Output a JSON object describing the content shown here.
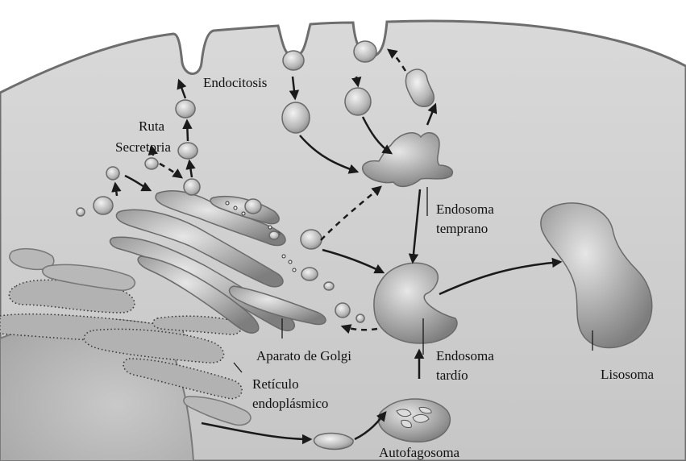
{
  "colors": {
    "background": "#ffffff",
    "cytoplasm": "#d3d3d3",
    "membrane_edge": "#6e6e6e",
    "organelle_fill": "#a9a9a9",
    "organelle_dark": "#8c8c8c",
    "nucleus": "#bdbdbd",
    "arrow": "#1a1a1a",
    "text": "#111111"
  },
  "labels": {
    "endocitosis": "Endocitosis",
    "ruta_line1": "Ruta",
    "ruta_line2": "Secretoria",
    "endosoma_temprano_line1": "Endosoma",
    "endosoma_temprano_line2": "temprano",
    "endosoma_tardio_line1": "Endosoma",
    "endosoma_tardio_line2": "tardío",
    "lisosoma": "Lisosoma",
    "aparato_golgi": "Aparato de Golgi",
    "reticulo_line1": "Retículo",
    "reticulo_line2": "endoplásmico",
    "autofagosoma": "Autofagosoma"
  }
}
